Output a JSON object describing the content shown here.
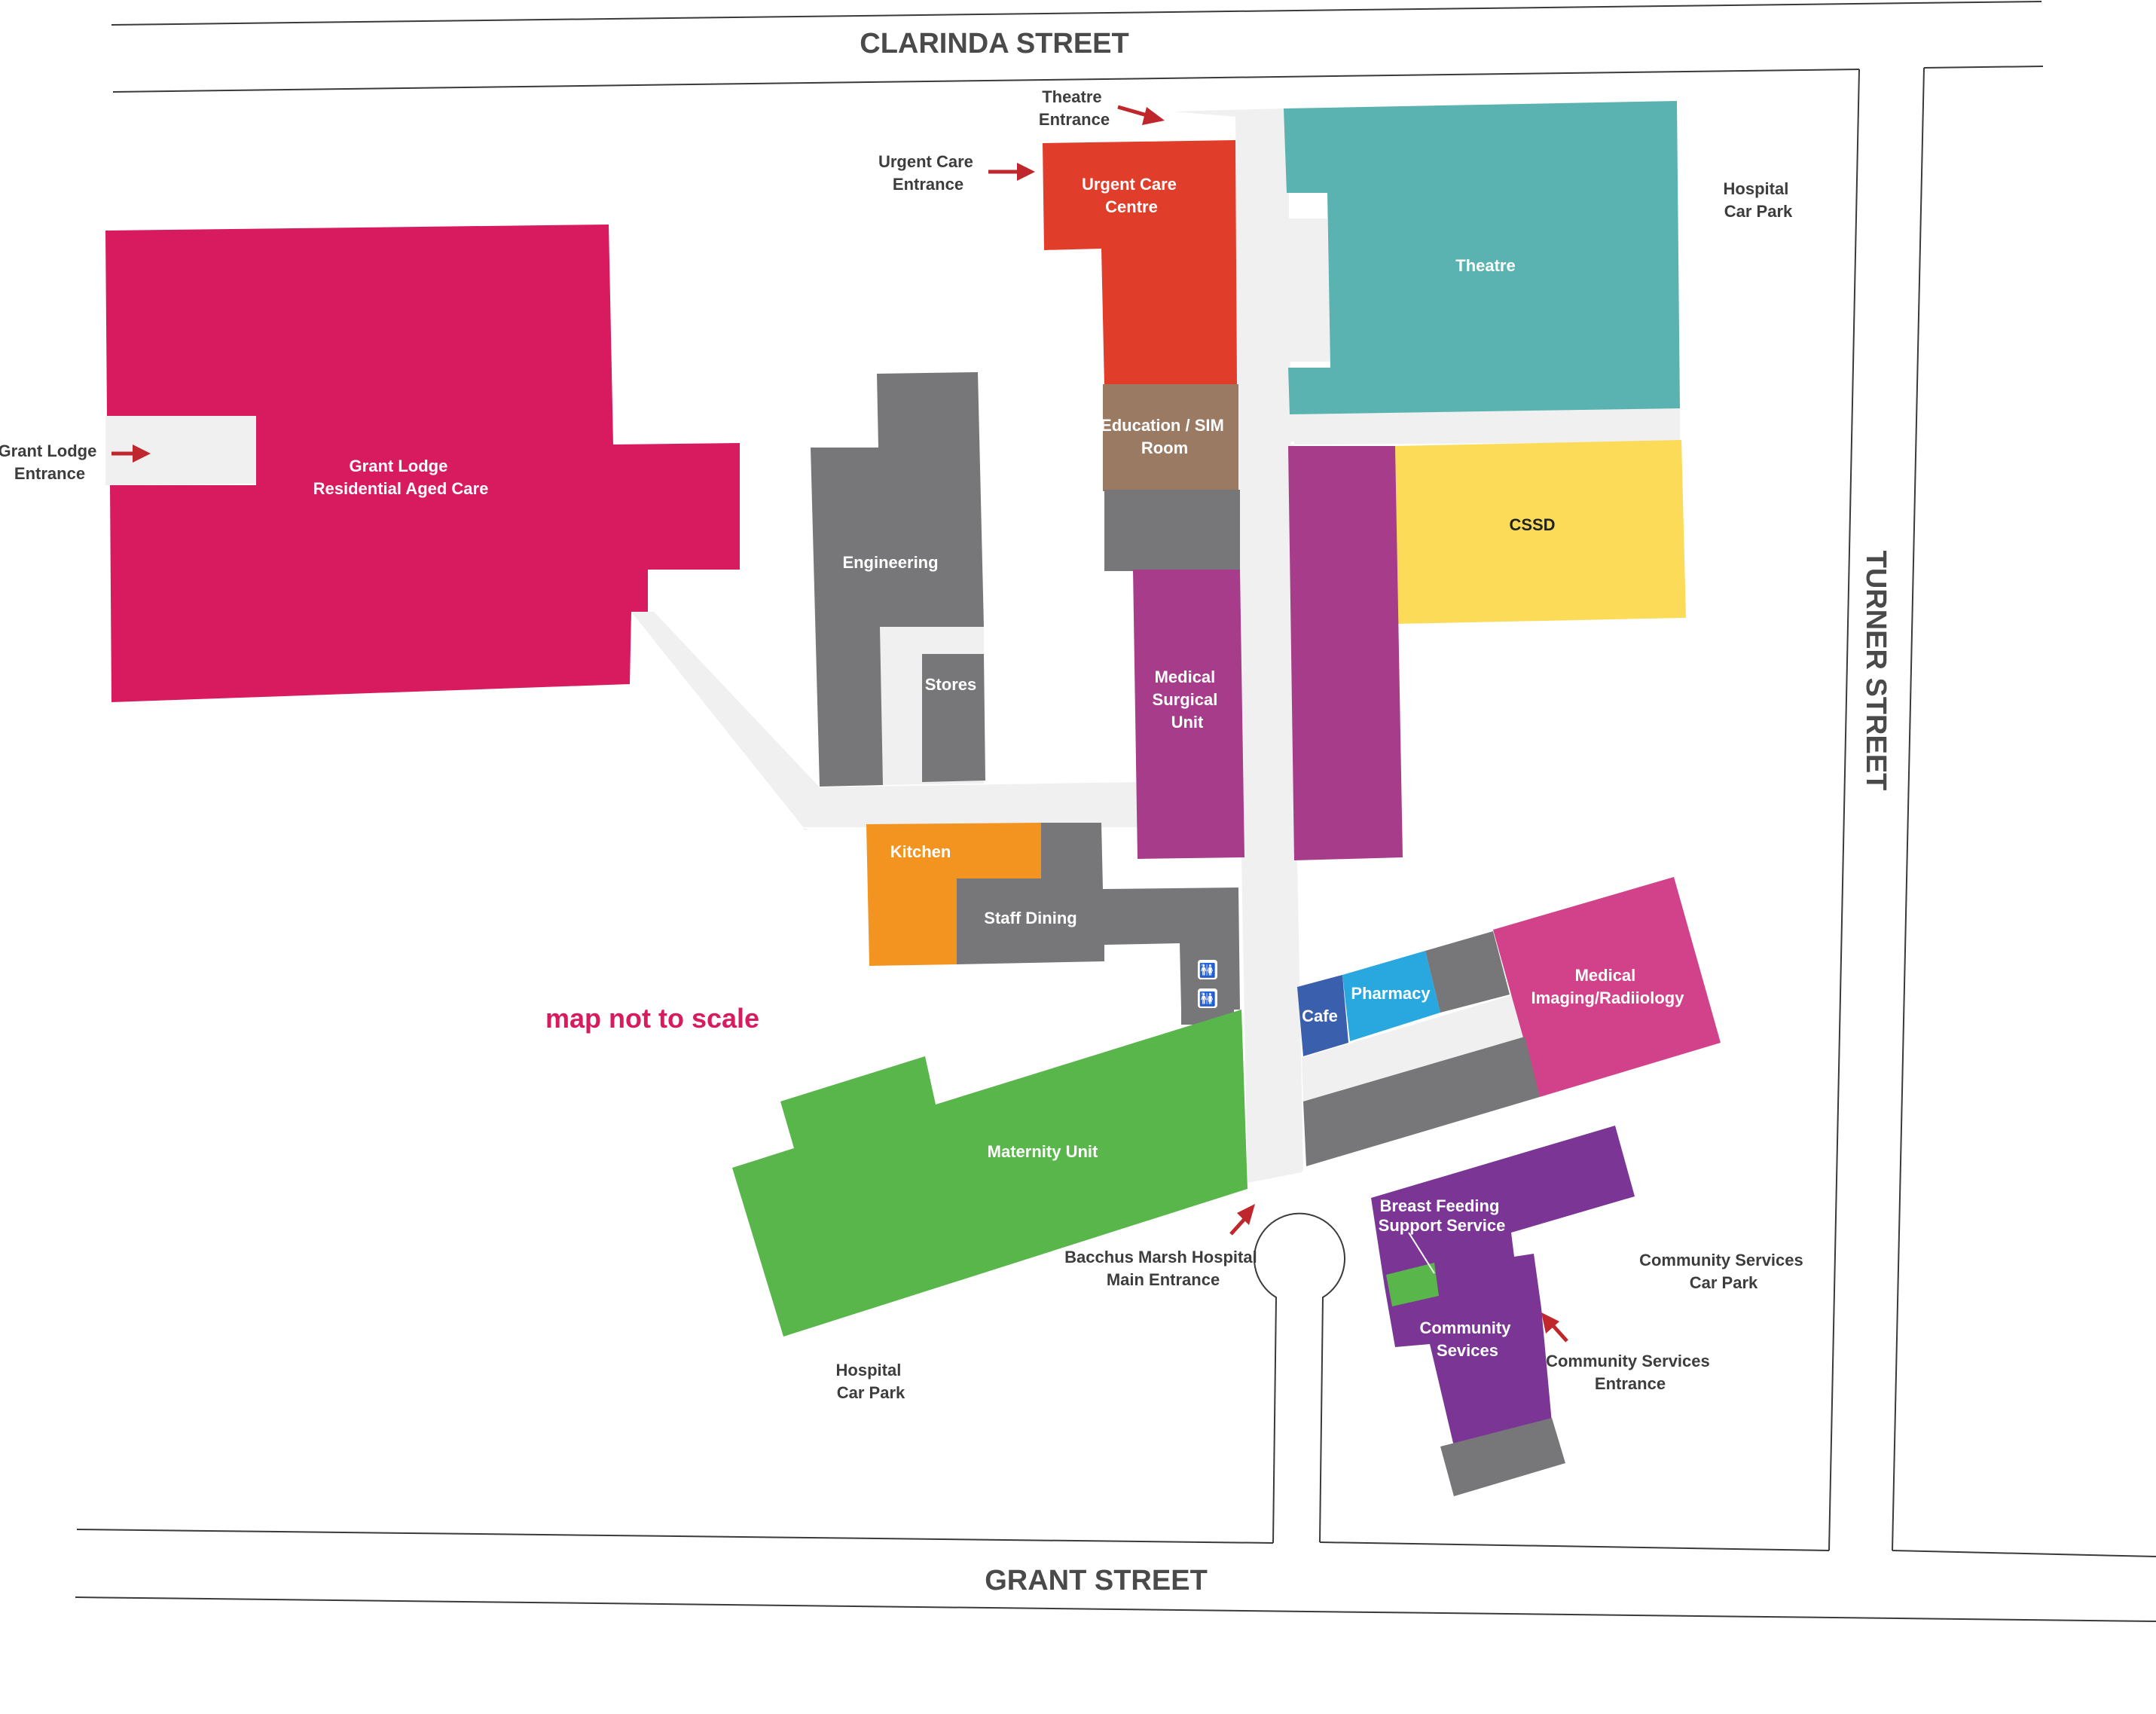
{
  "streets": {
    "north": "CLARINDA STREET",
    "east": "TURNER STREET",
    "south": "GRANT STREET"
  },
  "note": "map not to scale",
  "colors": {
    "corridor": "#f0f0f1",
    "grey_building": "#77777a",
    "grant_lodge": "#d81b5e",
    "urgent_care": "#e03d2a",
    "theatre": "#5ab3b0",
    "education": "#9a7a62",
    "cssd": "#fbdb57",
    "medical_surgical": "#a73c8a",
    "kitchen": "#f39421",
    "maternity": "#58b64b",
    "cafe": "#3a5fad",
    "pharmacy": "#29a8e0",
    "imaging": "#d2428a",
    "community": "#7b3595",
    "breast_feeding_marker": "#58b64b",
    "entrance_arrow": "#c0272d",
    "street_text": "#4a4a4a",
    "note_text": "#d81b5e"
  },
  "buildings": {
    "grant_lodge": [
      "Grant Lodge",
      "Residential Aged Care"
    ],
    "urgent_care": [
      "Urgent Care",
      "Centre"
    ],
    "theatre": [
      "Theatre"
    ],
    "education": [
      "Education / SIM",
      "Room"
    ],
    "cssd": [
      "CSSD"
    ],
    "engineering": [
      "Engineering"
    ],
    "stores": [
      "Stores"
    ],
    "medical_surgical": [
      "Medical",
      "Surgical",
      "Unit"
    ],
    "kitchen": [
      "Kitchen"
    ],
    "staff_dining": [
      "Staff Dining"
    ],
    "cafe": [
      "Cafe"
    ],
    "pharmacy": [
      "Pharmacy"
    ],
    "imaging": [
      "Medical",
      "Imaging/Radiiology"
    ],
    "maternity": [
      "Maternity Unit"
    ],
    "breast_feeding": [
      "Breast Feeding",
      "Support Service"
    ],
    "community_services": [
      "Community",
      "Sevices"
    ]
  },
  "entrances": {
    "theatre": [
      "Theatre",
      "Entrance"
    ],
    "urgent_care": [
      "Urgent Care",
      "Entrance"
    ],
    "grant_lodge": [
      "Grant Lodge",
      "Entrance"
    ],
    "main": [
      "Bacchus Marsh Hospital",
      "Main Entrance"
    ],
    "community": [
      "Community Services",
      "Entrance"
    ]
  },
  "car_parks": {
    "hospital_ne": [
      "Hospital",
      "Car Park"
    ],
    "hospital_sw": [
      "Hospital",
      "Car Park"
    ],
    "community": [
      "Community Services",
      "Car Park"
    ]
  },
  "icons": {
    "toilets": "toilet-icon"
  }
}
